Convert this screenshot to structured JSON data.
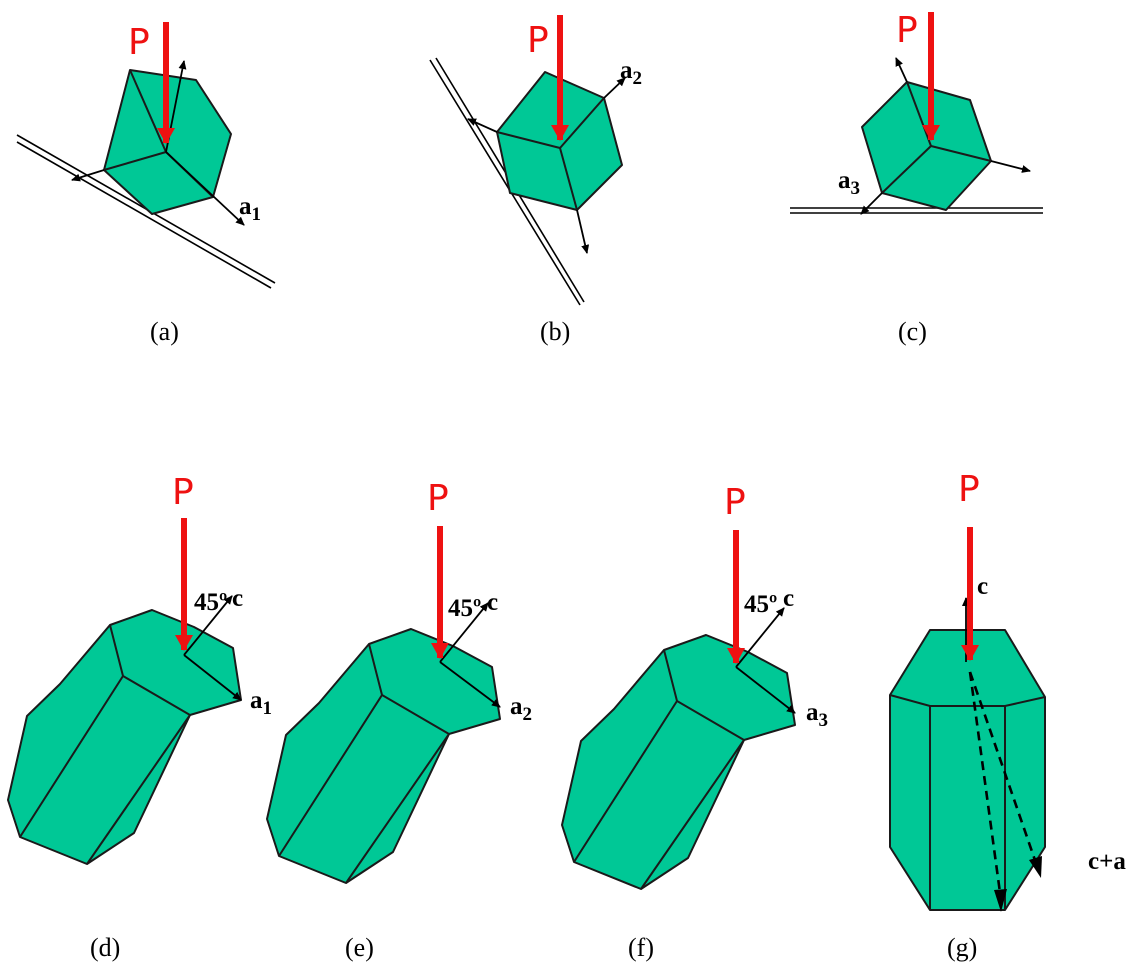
{
  "force_label": "P",
  "colors": {
    "crystal": "#00C896",
    "force": "#ee1111",
    "axis": "#000000"
  },
  "panels": {
    "a": {
      "caption": "(a)",
      "axis_letter": "a",
      "axis_sub": "1"
    },
    "b": {
      "caption": "(b)",
      "axis_letter": "a",
      "axis_sub": "2"
    },
    "c": {
      "caption": "(c)",
      "axis_letter": "a",
      "axis_sub": "3"
    },
    "d": {
      "caption": "(d)",
      "angle": "45º",
      "c_label": "c",
      "axis_letter": "a",
      "axis_sub": "1"
    },
    "e": {
      "caption": "(e)",
      "angle": "45º",
      "c_label": "c",
      "axis_letter": "a",
      "axis_sub": "2"
    },
    "f": {
      "caption": "(f)",
      "angle": "45º",
      "c_label": "c",
      "axis_letter": "a",
      "axis_sub": "3"
    },
    "g": {
      "caption": "(g)",
      "c_label": "c",
      "ca_label": "c+a"
    }
  }
}
